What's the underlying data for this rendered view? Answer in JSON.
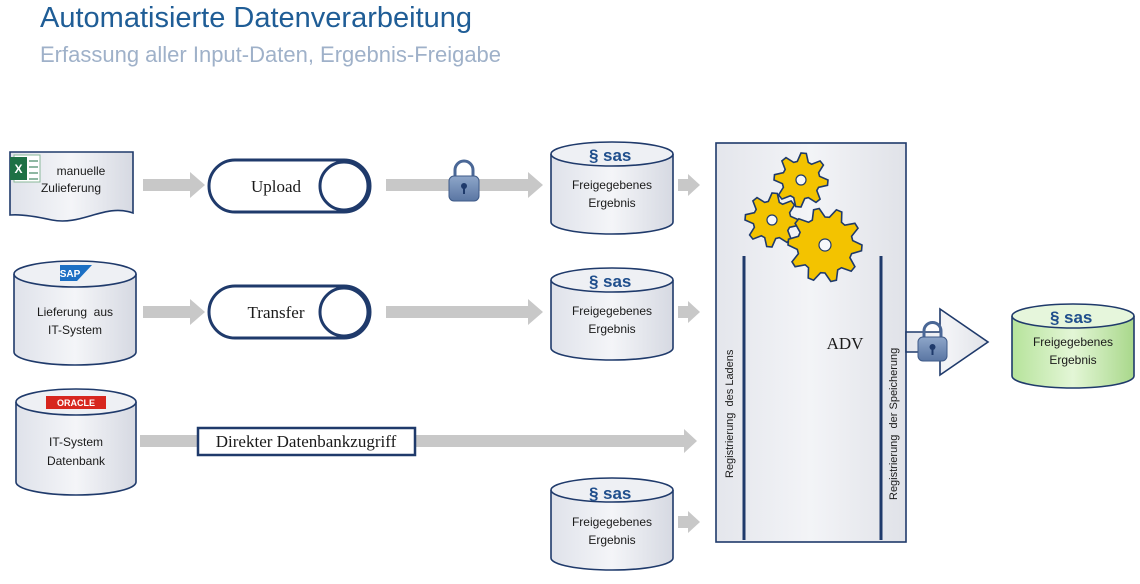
{
  "header": {
    "title": "Automatisierte Datenverarbeitung",
    "subtitle": "Erfassung aller Input-Daten, Ergebnis-Freigabe"
  },
  "sources": [
    {
      "lines": [
        "manuelle",
        "Zulieferung"
      ],
      "logo": "excel-icon"
    },
    {
      "lines": [
        "Lieferung  aus",
        "IT-System"
      ],
      "logo": "sap-logo",
      "logo_text": "SAP"
    },
    {
      "lines": [
        "IT-System",
        "Datenbank"
      ],
      "logo": "oracle-logo",
      "logo_text": "ORACLE"
    }
  ],
  "processes": {
    "upload": "Upload",
    "transfer": "Transfer",
    "direct": "Direkter Datenbankzugriff"
  },
  "sas_logo_text": "sas",
  "results": {
    "line1": "Freigegebenes",
    "line2": "Ergebnis"
  },
  "adv": {
    "label": "ADV",
    "left_column": "Registrierung  des Ladens",
    "right_column": "Registrierung  der Speicherung"
  },
  "colors": {
    "title": "#1f5d96",
    "subtitle": "#9fb1c9",
    "arrow": "#c8c8c8",
    "gear": "#f3c300",
    "navy": "#1f3a6b",
    "green_cylinder": "#c9ecb3",
    "gray_cylinder": "#e6e8ef"
  }
}
